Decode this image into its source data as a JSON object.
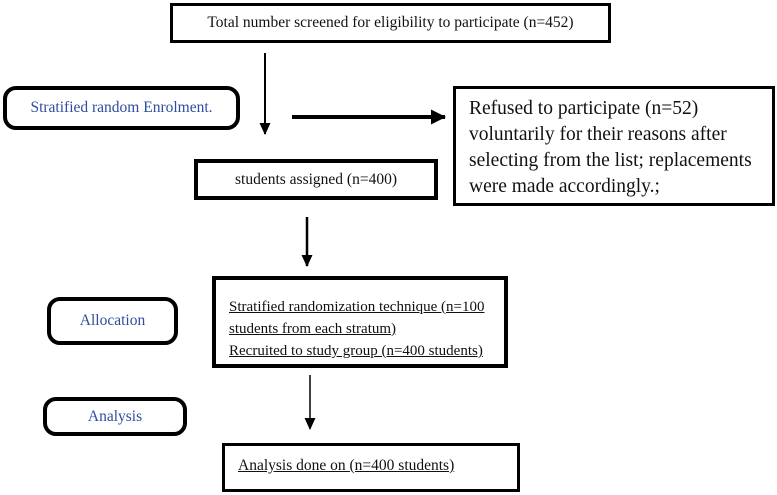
{
  "colors": {
    "accent_blue": "#2e4d9e",
    "line_black": "#000000"
  },
  "flowchart": {
    "screened": {
      "text": "Total number screened for eligibility to participate (n=452)"
    },
    "enrolment": {
      "label": "Stratified random Enrolment."
    },
    "refused": {
      "text": "Refused to participate (n=52)\nvoluntarily for their reasons after\nselecting from the list; replacements\nwere made accordingly.;"
    },
    "assigned": {
      "text": "students assigned (n=400)"
    },
    "allocation": {
      "label": "Allocation"
    },
    "randomization": {
      "line1": "Stratified randomization technique (n=100\nstudents from each stratum)",
      "line2": "Recruited to study group (n=400 students)"
    },
    "analysis": {
      "label": "Analysis"
    },
    "analysis_done": {
      "text": "Analysis done on (n=400 students)"
    }
  }
}
